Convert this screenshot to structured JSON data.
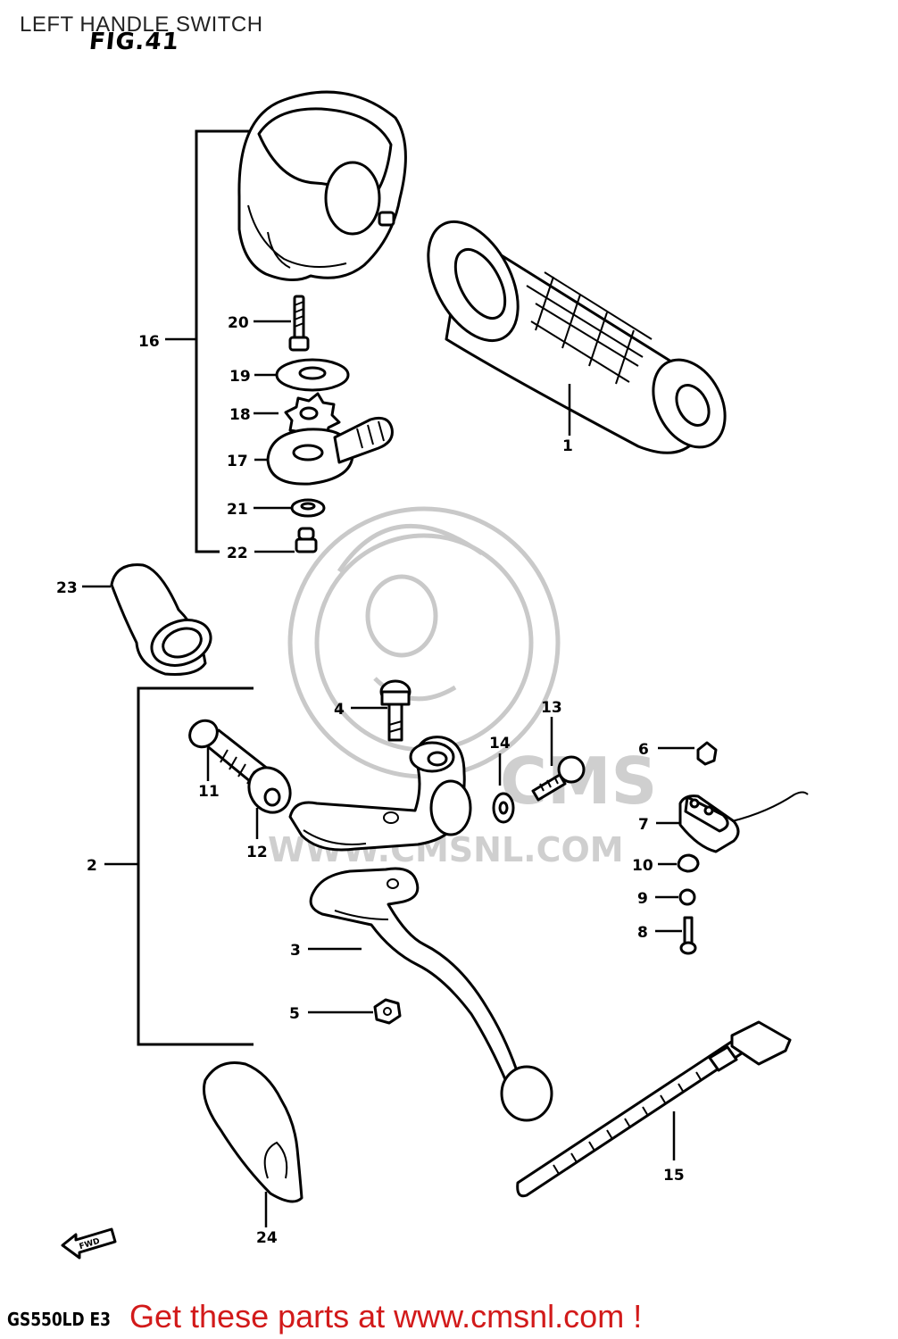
{
  "page": {
    "title": "LEFT HANDLE SWITCH",
    "figure_label": "FIG.41",
    "model_code": "GS550LD E3",
    "call_to_action": "Get these parts at www.cmsnl.com !"
  },
  "watermark": {
    "brand": "CMS",
    "url": "WWW.CMSNL.COM"
  },
  "direction_marker": "FWD",
  "callouts": {
    "p1": "1",
    "p2": "2",
    "p3": "3",
    "p4": "4",
    "p5": "5",
    "p6": "6",
    "p7": "7",
    "p8": "8",
    "p9": "9",
    "p10": "10",
    "p11": "11",
    "p12": "12",
    "p13": "13",
    "p14": "14",
    "p15": "15",
    "p16": "16",
    "p17": "17",
    "p18": "18",
    "p19": "19",
    "p20": "20",
    "p21": "21",
    "p22": "22",
    "p23": "23",
    "p24": "24"
  },
  "colors": {
    "call_to_action": "#d21a1a",
    "watermark": "#c9c9c9"
  }
}
